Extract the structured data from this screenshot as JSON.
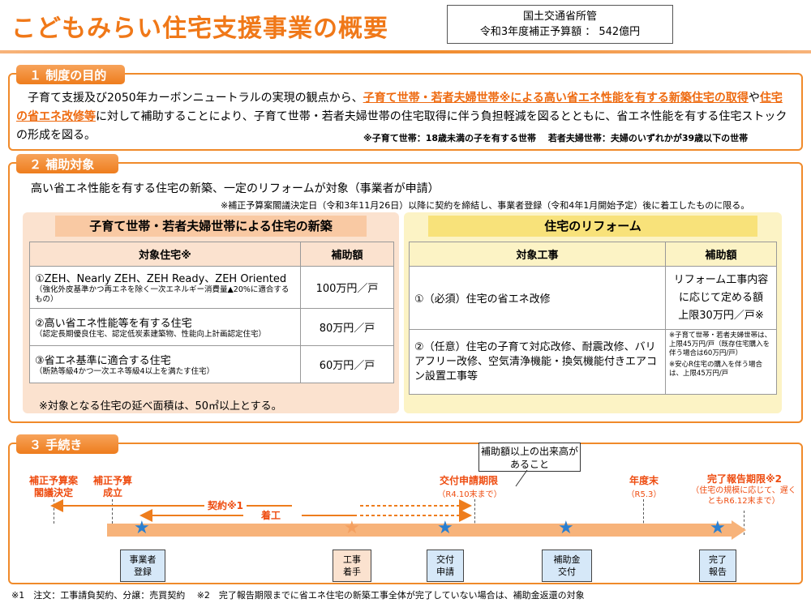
{
  "header": {
    "title": "こどもみらい住宅支援事業の概要",
    "ministry": "国土交通省所管",
    "budget": "令和3年度補正予算額 ： 542億円"
  },
  "section1": {
    "tab": "１ 制度の目的",
    "text_a": "　子育て支援及び2050年カーボンニュートラルの実現の観点から、",
    "text_hl1": "子育て世帯・若者夫婦世帯※による高い省エネ性能を有する新築住宅の取得",
    "text_b": "や",
    "text_hl2": "住宅の省エネ改修等",
    "text_c": "に対して補助することにより、子育て世帯・若者夫婦世帯の住宅取得に伴う負担軽減を図るとともに、省エネ性能を有する住宅ストックの形成を図る。",
    "note": "※子育て世帯：18歳未満の子を有する世帯　 若者夫婦世帯：夫婦のいずれかが39歳以下の世帯"
  },
  "section2": {
    "tab": "２ 補助対象",
    "lead": "高い省エネ性能を有する住宅の新築、一定のリフォームが対象（事業者が申請）",
    "note": "※補正予算案閣議決定日（令和3年11月26日）以降に契約を締結し、事業者登録（令和4年1月開始予定）後に着工したものに限る。",
    "new_build": {
      "title": "子育て世帯・若者夫婦世帯による住宅の新築",
      "col1": "対象住宅※",
      "col2": "補助額",
      "rows": [
        {
          "main": "①ZEH、Nearly ZEH、ZEH Ready、ZEH Oriented",
          "sub": "（強化外皮基準かつ再エネを除く一次エネルギー消費量▲20%に適合するもの）",
          "amount": "100万円／戸"
        },
        {
          "main": "②高い省エネ性能等を有する住宅",
          "sub": "（認定長期優良住宅、認定低炭素建築物、性能向上計画認定住宅）",
          "amount": "80万円／戸"
        },
        {
          "main": "③省エネ基準に適合する住宅",
          "sub": "（断熱等級4かつ一次エネ等級4以上を満たす住宅）",
          "amount": "60万円／戸"
        }
      ],
      "footnote": "※対象となる住宅の延べ面積は、50㎡以上とする。"
    },
    "reform": {
      "title": "住宅のリフォーム",
      "col1": "対象工事",
      "col2": "補助額",
      "row1": "①（必須）住宅の省エネ改修",
      "row2": "②（任意）住宅の子育て対応改修、耐震改修、バリアフリー改修、空気清浄機能・換気機能付きエアコン設置工事等",
      "amount_a": "リフォーム工事内容に応じて定める額",
      "amount_b": "上限30万円／戸※",
      "amount_note1": "※子育て世帯・若者夫婦世帯は、上限45万円/戸（既存住宅購入を伴う場合は60万円/戸）",
      "amount_note2": "※安心R住宅の購入を伴う場合は、上限45万円/戸"
    }
  },
  "section3": {
    "tab": "３ 手続き",
    "callout": "補助額以上の出来高があること",
    "labels": {
      "l1": "補正予算案\n閣議決定",
      "l2": "補正予算\n成立",
      "l3": "交付申請期限",
      "l3b": "（R4.10末まで）",
      "l4": "年度末",
      "l4b": "（R5.3）",
      "l5": "完了報告期限※2",
      "l5b": "（住宅の規模に応じて、遅くともR6.12末まで）"
    },
    "contract": "契約※1",
    "construction": "着工",
    "steps": [
      "事業者\n登録",
      "工事\n着手",
      "交付\n申請",
      "補助金\n交付",
      "完了\n報告"
    ],
    "colors": {
      "accent": "#f08a2a",
      "star": "#2a7fd0",
      "arrow": "#f7b37a"
    }
  },
  "footer": "※1　注文：工事請負契約、分譲：売買契約　 ※2　完了報告期限までに省エネ住宅の新築工事全体が完了していない場合は、補助金返還の対象"
}
